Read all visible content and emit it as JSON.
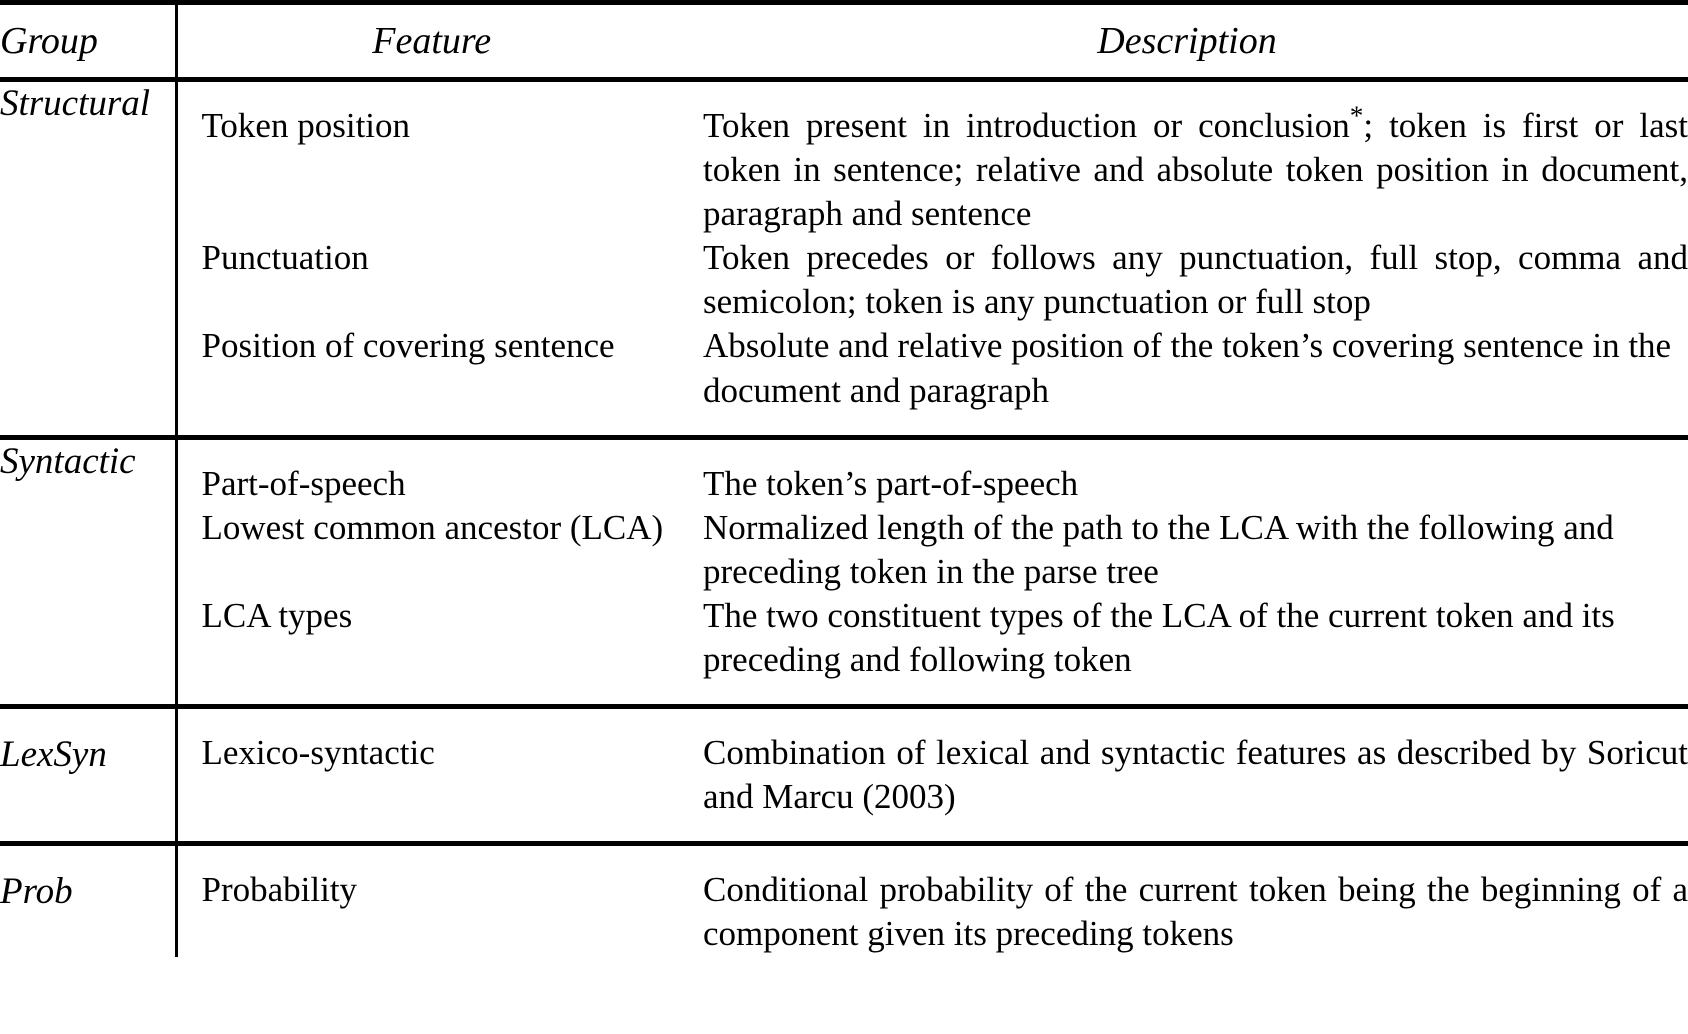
{
  "table": {
    "columns": {
      "group": "Group",
      "feature": "Feature",
      "description": "Description"
    },
    "sections": [
      {
        "group": "Structural",
        "rows": [
          {
            "feature": "Token position",
            "description": "Token present in introduction or conclusion*; token is first or last token in sentence; relative and absolute token position in document, paragraph and sentence"
          },
          {
            "feature": "Punctuation",
            "description": "Token precedes or follows any punctuation, full stop, comma and semicolon; token is any punctua-tion or full stop"
          },
          {
            "feature": "Position of covering sentence",
            "description": "Absolute and relative position of the token’s covering sentence in the document and paragraph"
          }
        ]
      },
      {
        "group": "Syntactic",
        "rows": [
          {
            "feature": "Part-of-speech",
            "description": "The token’s part-of-speech"
          },
          {
            "feature": "Lowest common ancestor (LCA)",
            "description": "Normalized length of the path to the LCA with the following and preceding token in the parse tree"
          },
          {
            "feature": "LCA types",
            "description": "The two constituent types of the LCA of the current token and its preceding and following token"
          }
        ]
      },
      {
        "group": "LexSyn",
        "rows": [
          {
            "feature": "Lexico-syntactic",
            "description": "Combination of lexical and syntactic features as de-scribed by Soricut and Marcu (2003)"
          }
        ]
      },
      {
        "group": "Prob",
        "rows": [
          {
            "feature": "Probability",
            "description": "Conditional probability of the current token being the beginning of a component given its preceding tokens"
          }
        ]
      }
    ]
  }
}
